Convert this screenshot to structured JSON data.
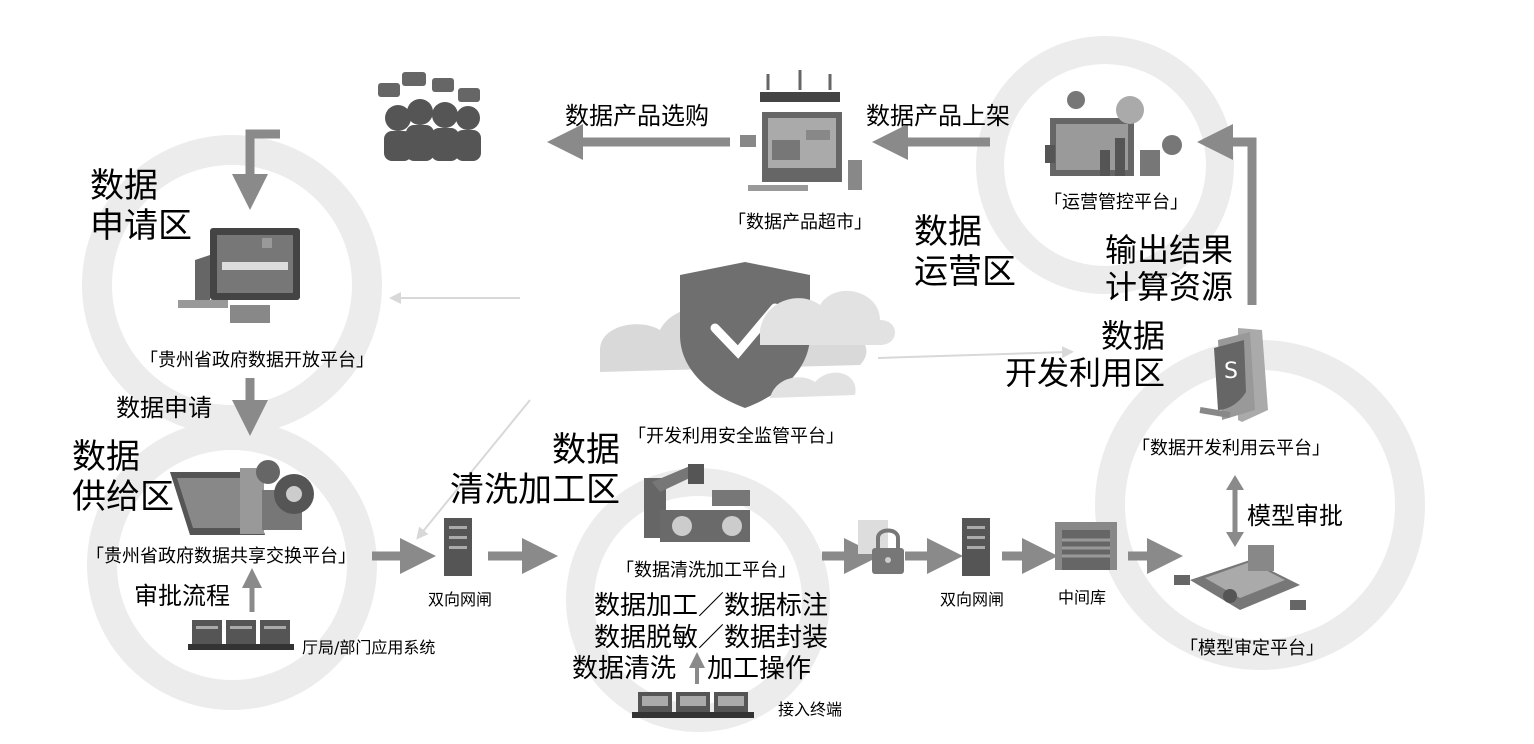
{
  "zones": {
    "apply": "数据\n申请区",
    "supply": "数据\n供给区",
    "clean": "数据\n清洗加工区",
    "operate": "数据\n运营区",
    "develop": "数据\n开发利用区"
  },
  "platforms": {
    "open": "「贵州省政府数据开放平台」",
    "exchange": "「贵州省政府数据共享交换平台」",
    "market": "「数据产品超市」",
    "ops": "「运营管控平台」",
    "security": "「开发利用安全监管平台」",
    "cloud": "「数据开发利用云平台」",
    "cleaning": "「数据清洗加工平台」",
    "model": "「模型审定平台」"
  },
  "actions": {
    "purchase": "数据产品选购",
    "listing": "数据产品上架",
    "apply_data": "数据申请",
    "approval_flow": "审批流程",
    "output": "输出结果\n计算资源",
    "model_approval": "模型审批",
    "processing_ops": "数据加工／数据标注\n数据脱敏／数据封装",
    "wash": "数据清洗",
    "process_op": "加工操作"
  },
  "nodes": {
    "gateway1": "双向网闸",
    "gateway2": "双向网闸",
    "middle_db": "中间库",
    "dept_systems": "厅局/部门应用系统",
    "terminal": "接入终端"
  }
}
